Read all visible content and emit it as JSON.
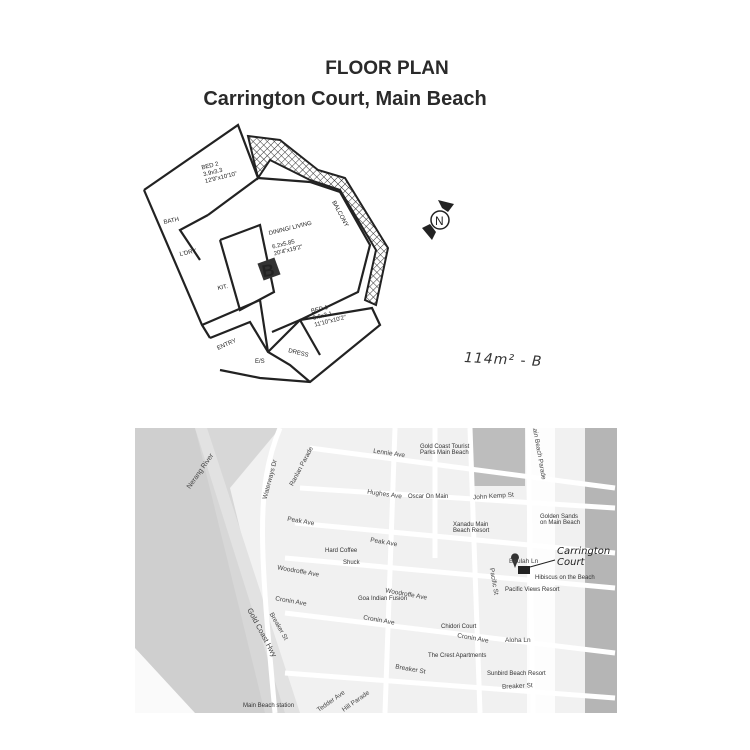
{
  "header": {
    "title": "FLOOR PLAN",
    "subtitle": "Carrington Court, Main Beach"
  },
  "floor_plan": {
    "unit_label": "B",
    "rooms": [
      {
        "name": "BED 2",
        "metric": "3.9x3.3",
        "imperial": "12'9\"x10'10\""
      },
      {
        "name": "DINING/ LIVING",
        "metric": "6.2x5.85",
        "imperial": "20'4\"x19'2\""
      },
      {
        "name": "BED 1",
        "metric": "3.6x3.1",
        "imperial": "11'10\"x10'2\""
      },
      {
        "name": "BATH"
      },
      {
        "name": "L'DRY"
      },
      {
        "name": "KIT."
      },
      {
        "name": "ENTRY"
      },
      {
        "name": "E/S"
      },
      {
        "name": "DRESS"
      },
      {
        "name": "BALCONY"
      }
    ],
    "compass_label": "N",
    "handwritten_area": "114m² - B"
  },
  "map": {
    "streets": [
      {
        "name": "Lennie Ave"
      },
      {
        "name": "Hughes Ave"
      },
      {
        "name": "John Kemp St"
      },
      {
        "name": "Peak Ave"
      },
      {
        "name": "Peak Ave"
      },
      {
        "name": "Woodroffe Ave"
      },
      {
        "name": "Woodroffe Ave"
      },
      {
        "name": "Cronin Ave"
      },
      {
        "name": "Cronin Ave"
      },
      {
        "name": "Cronin Ave"
      },
      {
        "name": "Aloha Ln"
      },
      {
        "name": "Breaker St"
      },
      {
        "name": "Breaker St"
      },
      {
        "name": "Breaker St"
      },
      {
        "name": "Waterways Dr"
      },
      {
        "name": "Ranlan Parade"
      },
      {
        "name": "Main Beach Parade"
      },
      {
        "name": "Pacific St"
      },
      {
        "name": "Gold Coast Hwy"
      },
      {
        "name": "Tedder Ave"
      },
      {
        "name": "Hill Parade"
      },
      {
        "name": "Beulah Ln"
      }
    ],
    "water": [
      "Nerang River"
    ],
    "pois": [
      {
        "name": "Gold Coast Tourist Parks Main Beach"
      },
      {
        "name": "Oscar On Main"
      },
      {
        "name": "Xanadu Main Beach Resort"
      },
      {
        "name": "Golden Sands on Main Beach"
      },
      {
        "name": "Hard Coffee"
      },
      {
        "name": "Shuck"
      },
      {
        "name": "Goa Indian Fusion"
      },
      {
        "name": "Hibiscus on the Beach"
      },
      {
        "name": "Pacific Views Resort"
      },
      {
        "name": "Chidori Court"
      },
      {
        "name": "The Crest Apartments"
      },
      {
        "name": "Sunbird Beach Resort"
      },
      {
        "name": "Main Beach station"
      }
    ],
    "handwritten_note": "Carrington Court",
    "colors": {
      "land": "#e9e9e9",
      "road": "#fafafa",
      "water": "#c9c9c9",
      "ocean": "#b8b8b8",
      "beach": "#ffffff"
    }
  }
}
